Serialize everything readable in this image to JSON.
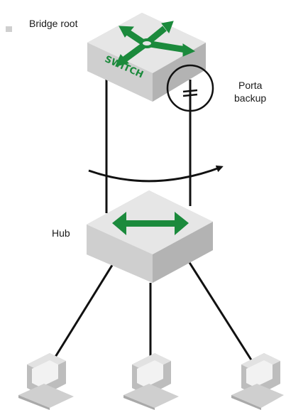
{
  "labels": {
    "bridge_root": "Bridge root",
    "backup_line1": "Porta",
    "backup_line2": "backup",
    "hub": "Hub",
    "switch_text": "SWITCH"
  },
  "colors": {
    "device_top": "#e3e3e3",
    "device_side": "#bdbdbd",
    "arrow_green": "#1b8a3c",
    "line": "#111111"
  },
  "icons": {
    "switch": "four-way-arrow-switch-icon",
    "hub": "double-arrow-hub-icon",
    "computer": "desktop-computer-icon",
    "blocked_port": "double-bar-blocked-port-icon"
  }
}
